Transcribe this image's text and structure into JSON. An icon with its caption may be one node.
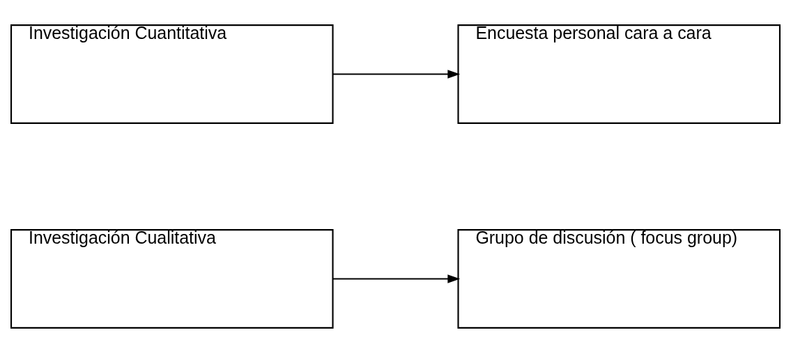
{
  "diagram": {
    "nodes": [
      {
        "text": [
          "Investigación Cualitativa"
        ]
      },
      {
        "text": [
          "Grupo de discusión ( focus group)"
        ]
      },
      {
        "text": [
          "Investigación Cuantitativa"
        ]
      },
      {
        "text": [
          "Encuesta personal cara a cara"
        ]
      }
    ],
    "edges": [
      {
        "from": 0,
        "to": 1,
        "arrow": "to"
      },
      {
        "from": 2,
        "to": 3,
        "arrow": "to"
      }
    ]
  }
}
